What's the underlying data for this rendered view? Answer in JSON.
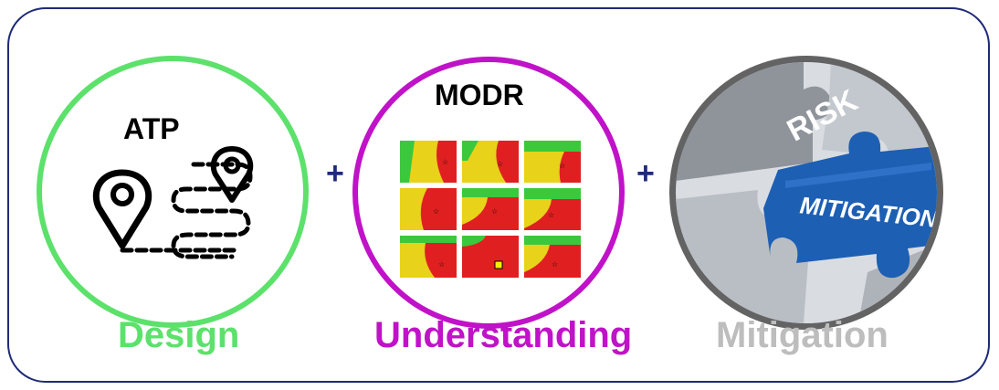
{
  "design": {
    "atp_label": "ATP",
    "caption": "Design",
    "color": "#5ce16b"
  },
  "understanding": {
    "modr_label": "MODR",
    "caption": "Understanding",
    "color": "#c012c8"
  },
  "mitigation": {
    "caption": "Mitigation",
    "puzzle_words": [
      "RISK",
      "MITIGATION"
    ],
    "color": "#bdbdbd"
  },
  "operators": [
    "+",
    "+"
  ],
  "icons": [
    "location-pin-icon",
    "dashed-path-icon",
    "puzzle-pieces-icon"
  ]
}
